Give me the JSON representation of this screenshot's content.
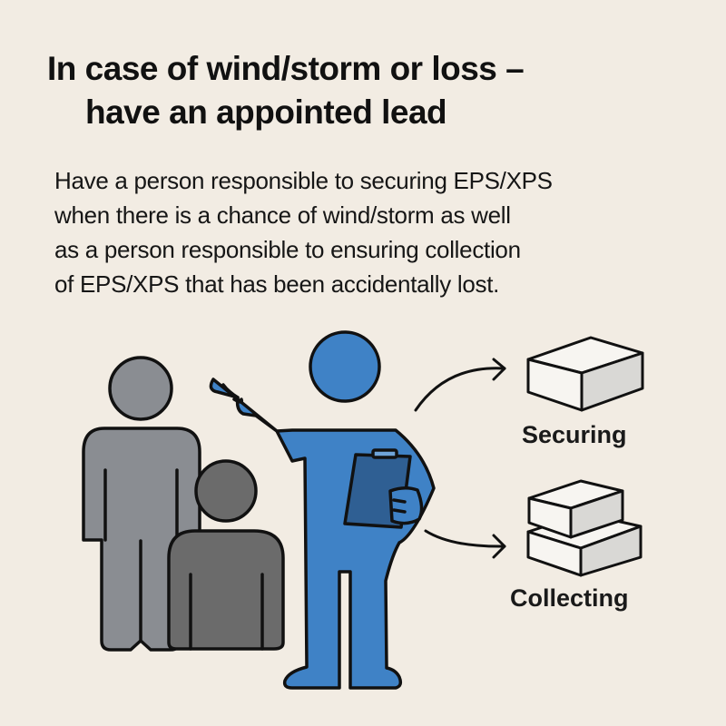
{
  "title": {
    "line1": "In case of wind/storm or loss –",
    "line2": "have an appointed lead"
  },
  "description": {
    "lines": [
      "Have a person responsible to securing EPS/XPS",
      "when there is a chance of wind/storm as well",
      "as a person responsible to ensuring collection",
      "of EPS/XPS that has been accidentally lost."
    ]
  },
  "illustration": {
    "people": [
      "standing-person-gray",
      "seated-person-gray",
      "lead-person-blue-with-clipboard"
    ],
    "actions": [
      {
        "label": "Securing",
        "icon": "single-block-icon"
      },
      {
        "label": "Collecting",
        "icon": "stacked-blocks-icon"
      }
    ]
  },
  "colors": {
    "background": "#f2ece3",
    "lead_blue": "#3f82c6",
    "clipboard_blue": "#2f5f93",
    "gray_person": "#8a8d92",
    "dark_gray_person": "#6b6b6b",
    "outline": "#111111"
  }
}
